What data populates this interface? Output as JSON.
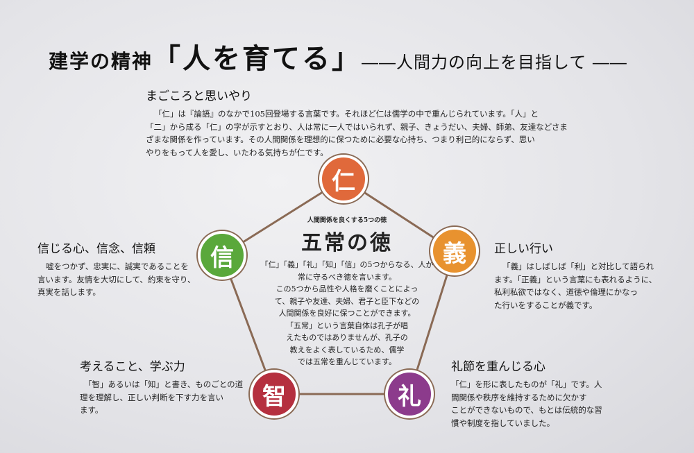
{
  "title": {
    "prefix": "建学の精神",
    "main": "「人を育てる」",
    "suffix": "――人間力の向上を目指して ――"
  },
  "jin": {
    "heading": "まごころと思いやり",
    "lines": [
      "「仁」は『論語』のなかで105回登場する言葉です。それほど仁は儒学の中で重んじられています。「人」と",
      "「二」から成る「仁」の字が示すとおり、人は常に一人ではいられず、親子、きょうだい、夫婦、師弟、友達などさま",
      "ざまな関係を作っています。その人間関係を理想的に保つために必要な心持ち、つまり利己的にならず、思い",
      "やりをもって人を愛し、いたわる気持ちが仁です。"
    ]
  },
  "gi": {
    "heading": "正しい行い",
    "lines": [
      "「義」はしばしば「利」と対比して語られ",
      "ます。「正義」という言葉にも表れるように、",
      "私利私欲ではなく、道徳や倫理にかなっ",
      "た行いをすることが義です。"
    ]
  },
  "rei": {
    "heading": "礼節を重んじる心",
    "lines": [
      "「仁」を形に表したものが「礼」です。人",
      "間関係や秩序を維持するために欠かす",
      "ことができないもので、もとは伝統的な習",
      "慣や制度を指していました。"
    ]
  },
  "chi": {
    "heading": "考えること、学ぶ力",
    "lines": [
      "「智」あるいは「知」と書き、ものごとの道",
      "理を理解し、正しい判断を下す力を言い",
      "ます。"
    ]
  },
  "shin": {
    "heading": "信じる心、信念、信頼",
    "lines": [
      "嘘をつかず、忠実に、誠実であることを",
      "言います。友情を大切にして、約束を守り、",
      "真実を話します。"
    ]
  },
  "center": {
    "subtitle": "人間関係を良くする5つの徳",
    "title": "五常の徳",
    "lines": [
      "「仁」「義」「礼」「知」「信」の5つからなる、人が",
      "常に守るべき徳を言います。",
      "この5つから品性や人格を磨くことによっ",
      "て、親子や友達、夫婦、君子と臣下などの",
      "人間関係を良好に保つことができます。",
      "「五常」という言葉自体は孔子が唱",
      "えたものではありませんが、孔子の",
      "教えをよく表しているため、儒学",
      "では五常を重んじています。"
    ]
  },
  "virtues": [
    {
      "char": "仁",
      "color": "#e0693b"
    },
    {
      "char": "義",
      "color": "#e8922f"
    },
    {
      "char": "礼",
      "color": "#8c3b8c"
    },
    {
      "char": "智",
      "color": "#b5303f"
    },
    {
      "char": "信",
      "color": "#5aa83b"
    }
  ],
  "line_color": "#8a6a55"
}
